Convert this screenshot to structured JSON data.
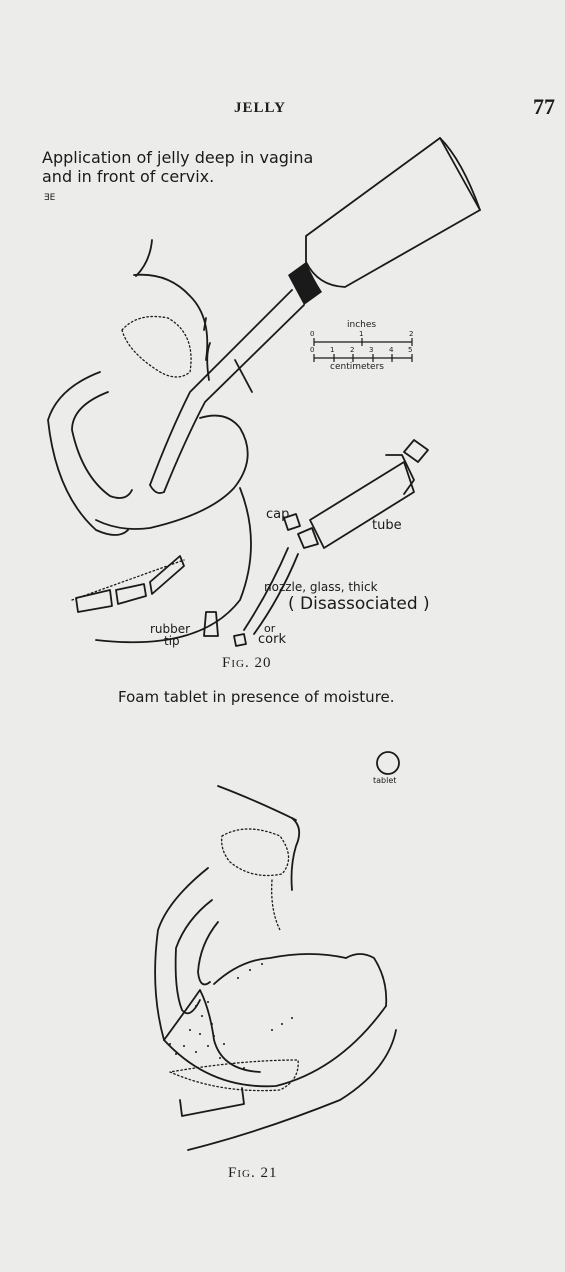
{
  "header": {
    "running_title": "JELLY",
    "page_number": "77"
  },
  "figure_20": {
    "title_line_1": "Application of jelly deep in vagina",
    "title_line_2": "and in front of cervix.",
    "mark": "ƎE",
    "scale": {
      "inches_label": "inches",
      "inch_ticks": [
        "0",
        "1",
        "2"
      ],
      "cm_ticks": [
        "0",
        "1",
        "2",
        "3",
        "4",
        "5"
      ],
      "centimeters_label": "centimeters"
    },
    "labels": {
      "cap": "cap",
      "tube": "tube",
      "nozzle": "nozzle, glass, thick",
      "disassociated": "( Disassociated )",
      "rubber": "rubber",
      "tip": "tip",
      "or": "or",
      "cork": "cork"
    },
    "caption": "Fig. 20"
  },
  "figure_21": {
    "title": "Foam tablet in presence of moisture.",
    "tablet_label": "tablet",
    "caption": "Fig. 21"
  }
}
